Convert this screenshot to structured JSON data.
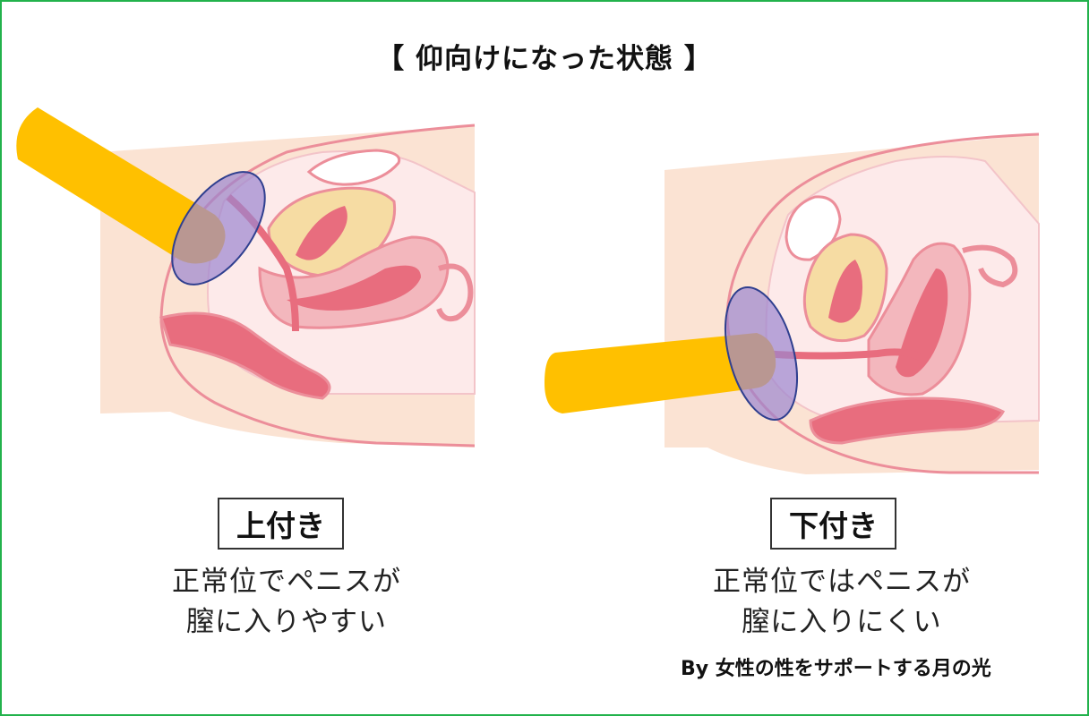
{
  "title": "【 仰向けになった状態 】",
  "left_panel": {
    "label": "上付き",
    "caption_line1": "正常位でペニスが",
    "caption_line2": "膣に入りやすい"
  },
  "right_panel": {
    "label": "下付き",
    "caption_line1": "正常位ではペニスが",
    "caption_line2": "膣に入りにくい"
  },
  "credit": "By 女性の性をサポートする月の光",
  "colors": {
    "border": "#22b24c",
    "skin": "#fbe3d3",
    "outline": "#ec8e9a",
    "organ": "#f3b7bd",
    "organ_dark": "#e86d7e",
    "fat": "#f6dca3",
    "rod": "#ffc000",
    "highlight": "#9b86d0",
    "highlight_stroke": "#2f3f8f"
  }
}
